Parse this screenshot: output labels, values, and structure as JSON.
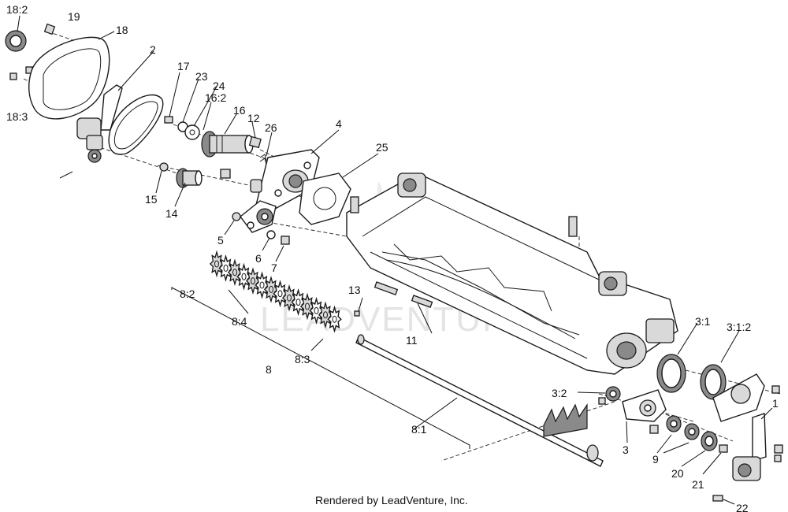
{
  "footer": "Rendered by LeadVenture, Inc.",
  "watermark": "LEADVENTURE",
  "callouts": [
    {
      "id": "c-18-2",
      "text": "18:2"
    },
    {
      "id": "c-19",
      "text": "19"
    },
    {
      "id": "c-18",
      "text": "18"
    },
    {
      "id": "c-18-3",
      "text": "18:3"
    },
    {
      "id": "c-2",
      "text": "2"
    },
    {
      "id": "c-17",
      "text": "17"
    },
    {
      "id": "c-23",
      "text": "23"
    },
    {
      "id": "c-24",
      "text": "24"
    },
    {
      "id": "c-16-2",
      "text": "16:2"
    },
    {
      "id": "c-16",
      "text": "16"
    },
    {
      "id": "c-12",
      "text": "12"
    },
    {
      "id": "c-26",
      "text": "26"
    },
    {
      "id": "c-4",
      "text": "4"
    },
    {
      "id": "c-25",
      "text": "25"
    },
    {
      "id": "c-15",
      "text": "15"
    },
    {
      "id": "c-14",
      "text": "14"
    },
    {
      "id": "c-5",
      "text": "5"
    },
    {
      "id": "c-6",
      "text": "6"
    },
    {
      "id": "c-7",
      "text": "7"
    },
    {
      "id": "c-8-2",
      "text": "8:2"
    },
    {
      "id": "c-8-4",
      "text": "8:4"
    },
    {
      "id": "c-8-3",
      "text": "8:3"
    },
    {
      "id": "c-8",
      "text": "8"
    },
    {
      "id": "c-8-1",
      "text": "8:1"
    },
    {
      "id": "c-13",
      "text": "13"
    },
    {
      "id": "c-11",
      "text": "11"
    },
    {
      "id": "c-3-1",
      "text": "3:1"
    },
    {
      "id": "c-3-1-2",
      "text": "3:1:2"
    },
    {
      "id": "c-3-2",
      "text": "3:2"
    },
    {
      "id": "c-1",
      "text": "1"
    },
    {
      "id": "c-3",
      "text": "3"
    },
    {
      "id": "c-9",
      "text": "9"
    },
    {
      "id": "c-20",
      "text": "20"
    },
    {
      "id": "c-21",
      "text": "21"
    },
    {
      "id": "c-22",
      "text": "22"
    }
  ]
}
